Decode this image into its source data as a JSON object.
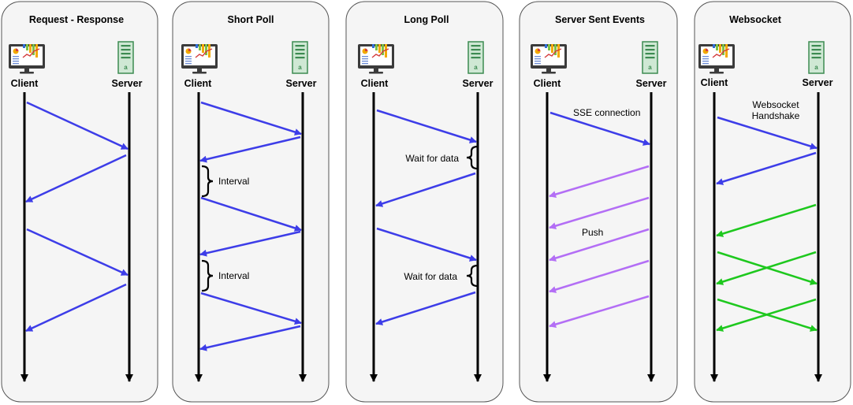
{
  "colors": {
    "panel_fill": "#f5f5f5",
    "panel_stroke": "#555555",
    "blue": "#3d3de8",
    "purple": "#b36ef5",
    "green": "#1ec81e",
    "lifeline": "#000000"
  },
  "icons": {
    "client": "monitor-dashboard-icon",
    "server": "server-icon"
  },
  "panels": [
    {
      "title": "Request - Response",
      "client_label": "Client",
      "server_label": "Server",
      "messages": [
        {
          "dir": "to_server",
          "color": "blue"
        },
        {
          "dir": "to_client",
          "color": "blue"
        },
        {
          "dir": "to_server",
          "color": "blue"
        },
        {
          "dir": "to_client",
          "color": "blue"
        }
      ],
      "annotations": []
    },
    {
      "title": "Short Poll",
      "client_label": "Client",
      "server_label": "Server",
      "messages": [
        {
          "dir": "to_server",
          "color": "blue"
        },
        {
          "dir": "to_client",
          "color": "blue"
        },
        {
          "dir": "to_server",
          "color": "blue"
        },
        {
          "dir": "to_client",
          "color": "blue"
        },
        {
          "dir": "to_server",
          "color": "blue"
        },
        {
          "dir": "to_client",
          "color": "blue"
        }
      ],
      "annotations": [
        {
          "text": "Interval",
          "side": "client"
        },
        {
          "text": "Interval",
          "side": "client"
        }
      ]
    },
    {
      "title": "Long Poll",
      "client_label": "Client",
      "server_label": "Server",
      "messages": [
        {
          "dir": "to_server",
          "color": "blue"
        },
        {
          "dir": "to_client",
          "color": "blue"
        },
        {
          "dir": "to_server",
          "color": "blue"
        },
        {
          "dir": "to_client",
          "color": "blue"
        }
      ],
      "annotations": [
        {
          "text": "Wait for data",
          "side": "server"
        },
        {
          "text": "Wait for data",
          "side": "server"
        }
      ]
    },
    {
      "title": "Server Sent Events",
      "client_label": "Client",
      "server_label": "Server",
      "messages": [
        {
          "dir": "to_server",
          "color": "blue"
        },
        {
          "dir": "to_client",
          "color": "purple"
        },
        {
          "dir": "to_client",
          "color": "purple"
        },
        {
          "dir": "to_client",
          "color": "purple"
        },
        {
          "dir": "to_client",
          "color": "purple"
        },
        {
          "dir": "to_client",
          "color": "purple"
        }
      ],
      "annotations": [
        {
          "text": "SSE connection",
          "side": "message"
        },
        {
          "text": "Push",
          "side": "message"
        }
      ]
    },
    {
      "title": "Websocket",
      "client_label": "Client",
      "server_label": "Server",
      "messages": [
        {
          "dir": "to_server",
          "color": "blue"
        },
        {
          "dir": "to_client",
          "color": "blue"
        },
        {
          "dir": "to_client",
          "color": "green"
        },
        {
          "dir": "to_server",
          "color": "green"
        },
        {
          "dir": "to_client",
          "color": "green"
        },
        {
          "dir": "to_server",
          "color": "green"
        },
        {
          "dir": "to_client",
          "color": "green"
        }
      ],
      "annotations": [
        {
          "text": "Websocket",
          "side": "message"
        },
        {
          "text": "Handshake",
          "side": "message"
        }
      ]
    }
  ]
}
